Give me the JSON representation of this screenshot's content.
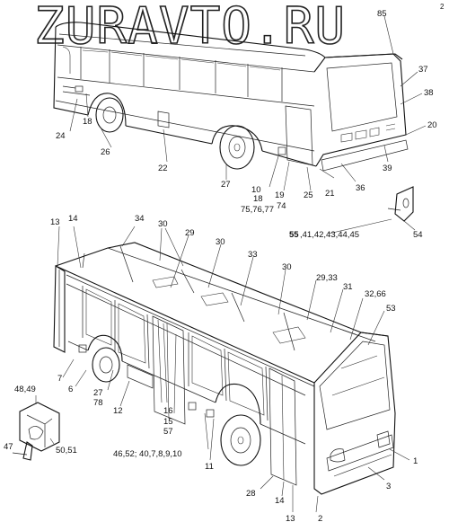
{
  "watermark": "ZURAVTO.RU",
  "top_labels": {
    "l85": "85",
    "l37": "37",
    "l38": "38",
    "l20": "20",
    "l39": "39",
    "l24": "24",
    "l18a": "18",
    "l26": "26",
    "l22": "22",
    "l27a": "27",
    "l10a": "10",
    "l18b": "18",
    "l757677": "75,76,77",
    "l19": "19",
    "l74": "74",
    "l25": "25",
    "l21": "21",
    "l36": "36",
    "l55": "55",
    "l55rest": ",41,42,43,44,45",
    "l54": "54"
  },
  "bottom_labels": {
    "l13a": "13",
    "l14a": "14",
    "l34": "34",
    "l30a": "30",
    "l29": "29",
    "l30b": "30",
    "l33": "33",
    "l30c": "30",
    "l2933": "29,33",
    "l31": "31",
    "l3266": "32,66",
    "l53": "53",
    "l7": "7",
    "l6": "6",
    "l2778": "27",
    "l78": "78",
    "l12": "12",
    "l16": "16",
    "l15": "15",
    "l57": "57",
    "l46": "46,52; 40,7,8,9,10",
    "l11": "11",
    "l4849": "48,49",
    "l47": "47",
    "l5051": "50,51",
    "l28": "28",
    "l14b": "14",
    "l13b": "13",
    "l2": "2",
    "l3": "3",
    "l1": "1"
  },
  "corner_mark": "2"
}
